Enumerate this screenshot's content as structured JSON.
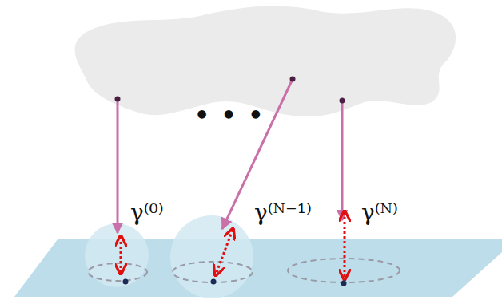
{
  "diagram": {
    "labels": [
      "• • •",
      "γ⁽⁰⁾",
      "γ⁽ᴺ⁻¹⁾",
      "γ⁽ᴺ⁾"
    ]
  }
}
